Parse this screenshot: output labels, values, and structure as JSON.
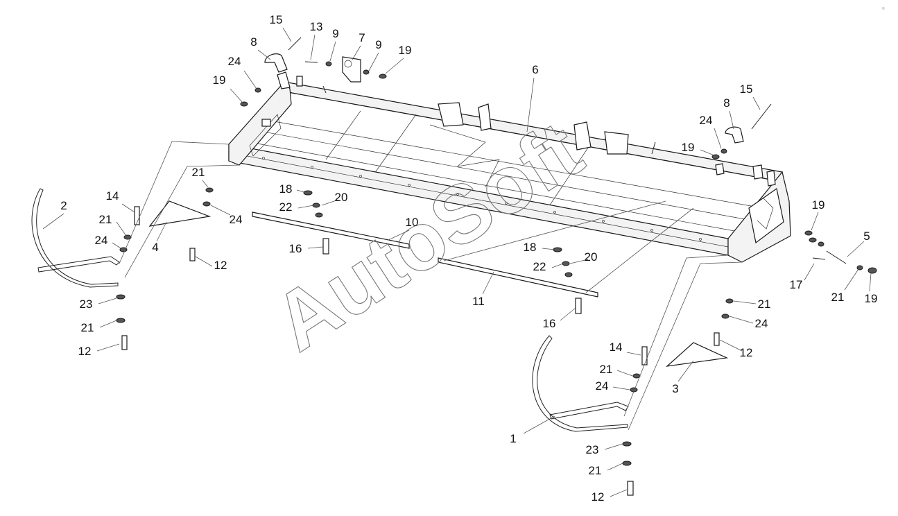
{
  "watermark": "AutoSoft",
  "corner_mark": "©",
  "callouts": [
    {
      "id": "c1",
      "label": "1"
    },
    {
      "id": "c2",
      "label": "2"
    },
    {
      "id": "c3",
      "label": "3"
    },
    {
      "id": "c4",
      "label": "4"
    },
    {
      "id": "c5",
      "label": "5"
    },
    {
      "id": "c6",
      "label": "6"
    },
    {
      "id": "c7",
      "label": "7"
    },
    {
      "id": "c8a",
      "label": "8"
    },
    {
      "id": "c8b",
      "label": "8"
    },
    {
      "id": "c9a",
      "label": "9"
    },
    {
      "id": "c9b",
      "label": "9"
    },
    {
      "id": "c10",
      "label": "10"
    },
    {
      "id": "c11",
      "label": "11"
    },
    {
      "id": "c12a",
      "label": "12"
    },
    {
      "id": "c12b",
      "label": "12"
    },
    {
      "id": "c12c",
      "label": "12"
    },
    {
      "id": "c12d",
      "label": "12"
    },
    {
      "id": "c13",
      "label": "13"
    },
    {
      "id": "c14a",
      "label": "14"
    },
    {
      "id": "c14b",
      "label": "14"
    },
    {
      "id": "c15a",
      "label": "15"
    },
    {
      "id": "c15b",
      "label": "15"
    },
    {
      "id": "c16a",
      "label": "16"
    },
    {
      "id": "c16b",
      "label": "16"
    },
    {
      "id": "c17",
      "label": "17"
    },
    {
      "id": "c18a",
      "label": "18"
    },
    {
      "id": "c18b",
      "label": "18"
    },
    {
      "id": "c19a",
      "label": "19"
    },
    {
      "id": "c19b",
      "label": "19"
    },
    {
      "id": "c19c",
      "label": "19"
    },
    {
      "id": "c19d",
      "label": "19"
    },
    {
      "id": "c19e",
      "label": "19"
    },
    {
      "id": "c20a",
      "label": "20"
    },
    {
      "id": "c20b",
      "label": "20"
    },
    {
      "id": "c21a",
      "label": "21"
    },
    {
      "id": "c21b",
      "label": "21"
    },
    {
      "id": "c21c",
      "label": "21"
    },
    {
      "id": "c21d",
      "label": "21"
    },
    {
      "id": "c21e",
      "label": "21"
    },
    {
      "id": "c21f",
      "label": "21"
    },
    {
      "id": "c21g",
      "label": "21"
    },
    {
      "id": "c22a",
      "label": "22"
    },
    {
      "id": "c22b",
      "label": "22"
    },
    {
      "id": "c23a",
      "label": "23"
    },
    {
      "id": "c23b",
      "label": "23"
    },
    {
      "id": "c24a",
      "label": "24"
    },
    {
      "id": "c24b",
      "label": "24"
    },
    {
      "id": "c24c",
      "label": "24"
    },
    {
      "id": "c24d",
      "label": "24"
    },
    {
      "id": "c24e",
      "label": "24"
    },
    {
      "id": "c24f",
      "label": "24"
    }
  ]
}
